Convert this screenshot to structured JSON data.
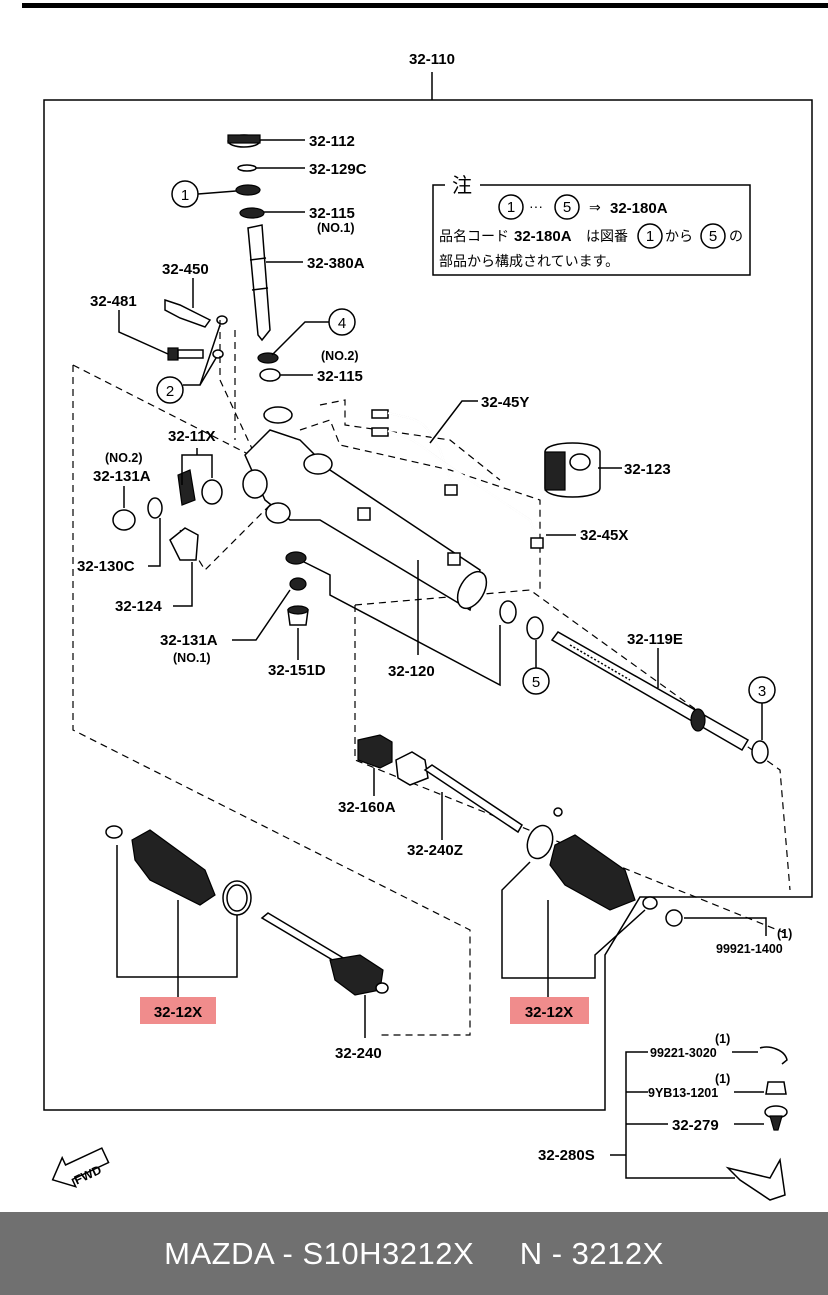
{
  "diagram": {
    "parts": {
      "p32_110": "32-110",
      "p32_112": "32-112",
      "p32_129c": "32-129C",
      "p32_115a": "32-115",
      "p32_115a_sub": "(NO.1)",
      "p32_380a": "32-380A",
      "p32_450": "32-450",
      "p32_481": "32-481",
      "p32_115b_sub": "(NO.2)",
      "p32_115b": "32-115",
      "p32_45y": "32-45Y",
      "p32_11x": "32-11X",
      "p32_131a_top_sub": "(NO.2)",
      "p32_131a_top": "32-131A",
      "p32_123": "32-123",
      "p32_130c": "32-130C",
      "p32_45x": "32-45X",
      "p32_124": "32-124",
      "p32_131a_bot": "32-131A",
      "p32_131a_bot_sub": "(NO.1)",
      "p32_151d": "32-151D",
      "p32_120": "32-120",
      "p32_119e": "32-119E",
      "p32_160a": "32-160A",
      "p32_240z": "32-240Z",
      "p99921_qty": "(1)",
      "p99921": "99921-1400",
      "p32_12x_left": "32-12X",
      "p32_12x_right": "32-12X",
      "p32_240": "32-240",
      "p99221_qty": "(1)",
      "p99221": "99221-3020",
      "p9yb13_qty": "(1)",
      "p9yb13": "9YB13-1201",
      "p32_279": "32-279",
      "p32_280s": "32-280S"
    },
    "circles": {
      "c1": "1",
      "c2": "2",
      "c3": "3",
      "c4": "4",
      "c5": "5"
    },
    "note": {
      "head": "注",
      "c1": "1",
      "ellipsis": "···",
      "c5": "5",
      "arrow": "⇒",
      "target": "32-180A",
      "line2_pre": "品名コード",
      "line2_code": "32-180A",
      "line2_mid": "は図番",
      "line2_c1": "1",
      "line2_kara": "から",
      "line2_c5": "5",
      "line2_no": "の",
      "line3": "部品から構成されています。"
    },
    "fwd": "FWD"
  },
  "footer": {
    "text": "MAZDA - S10H3212X     N - 3212X"
  },
  "colors": {
    "highlight": "#f08c8c",
    "footer_bg": "#707070",
    "footer_text": "#ffffff"
  }
}
